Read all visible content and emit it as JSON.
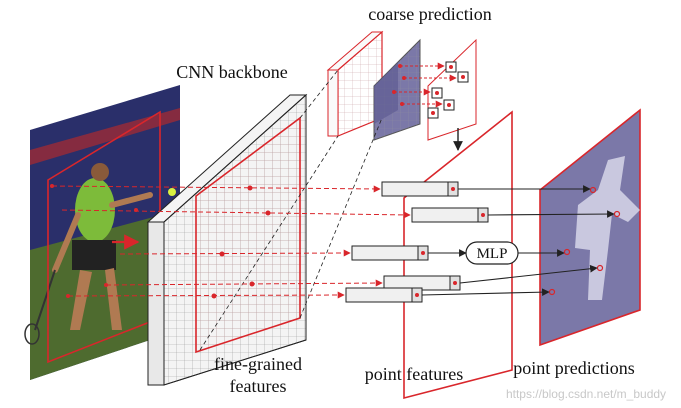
{
  "labels": {
    "coarse_prediction": "coarse prediction",
    "cnn_backbone": "CNN backbone",
    "fine_grained_1": "fine-grained",
    "fine_grained_2": "features",
    "mlp": "MLP",
    "point_features": "point features",
    "point_predictions": "point predictions"
  },
  "watermark": "https://blog.csdn.net/m_buddy",
  "colors": {
    "accent_red": "#d9262b",
    "mask_purple": "#7b78a8",
    "mask_purple_dark": "#5a5690",
    "silhouette": "#c9c8df",
    "photo_court": "#2a2f6a",
    "photo_grass": "#4e6b2f",
    "player_shirt": "#7dbb3a",
    "line_black": "#222222"
  },
  "icons": {
    "arrow": "arrow-icon",
    "point": "point-marker-icon"
  }
}
